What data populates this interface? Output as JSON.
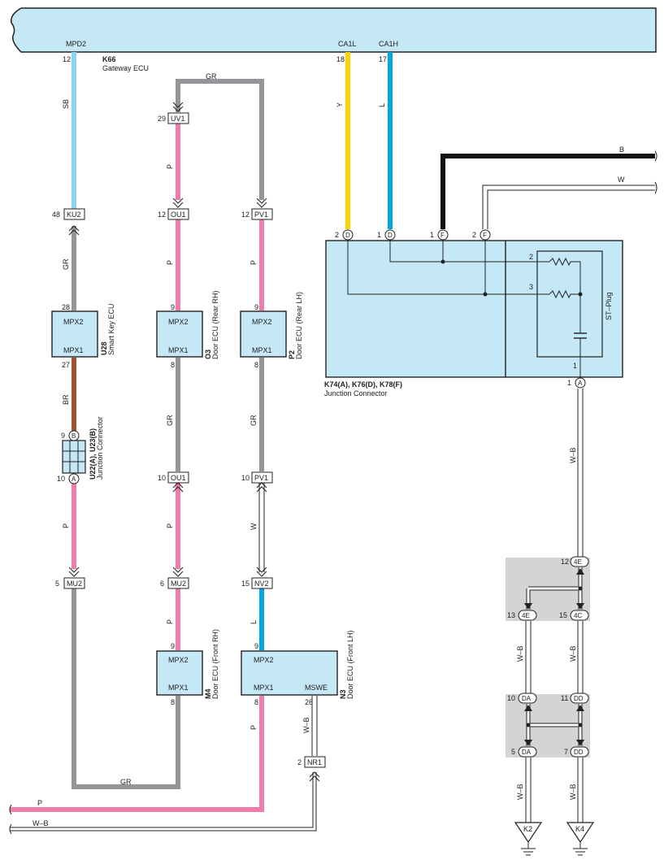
{
  "gateway": {
    "id": "K66",
    "name": "Gateway ECU",
    "pin_mpd2": "MPD2",
    "pin_ca1l": "CA1L",
    "pin_ca1h": "CA1H",
    "pin_num_mpd2": "12",
    "pin_num_ca1l": "18",
    "pin_num_ca1h": "17"
  },
  "wires": {
    "sb": "SB",
    "gr": "GR",
    "br": "BR",
    "p": "P",
    "y": "Y",
    "l": "L",
    "w": "W",
    "b": "B",
    "wb": "W–B"
  },
  "connectors": {
    "ku2": "KU2",
    "uv1": "UV1",
    "ou1": "OU1",
    "pv1": "PV1",
    "mu2": "MU2",
    "nv2": "NV2",
    "nr1": "NR1",
    "n48": "48",
    "n29": "29",
    "n12a": "12",
    "n12b": "12",
    "n28": "28",
    "n27": "27",
    "n9a": "9",
    "n9b": "9",
    "n8a": "8",
    "n8b": "8",
    "n10a": "10",
    "n10b": "10",
    "n10c": "10",
    "n5": "5",
    "n6": "6",
    "n15": "15",
    "n9c": "9",
    "n9d": "9",
    "n8c": "8",
    "n8d": "8",
    "n26": "26",
    "n2": "2"
  },
  "smart_key": {
    "id": "U28",
    "name": "Smart Key ECU",
    "mpx2": "MPX2",
    "mpx1": "MPX1"
  },
  "door_rr": {
    "id": "O3",
    "name": "Door ECU (Rear RH)",
    "mpx2": "MPX2",
    "mpx1": "MPX1"
  },
  "door_rl": {
    "id": "P2",
    "name": "Door ECU (Rear LH)",
    "mpx2": "MPX2",
    "mpx1": "MPX1"
  },
  "door_fr": {
    "id": "M4",
    "name": "Door ECU (Front RH)",
    "mpx2": "MPX2",
    "mpx1": "MPX1"
  },
  "door_fl": {
    "id": "N3",
    "name": "Door ECU (Front LH)",
    "mpx2": "MPX2",
    "mpx1": "MPX1",
    "mswe": "MSWE"
  },
  "jc_u22": {
    "id": "U22(A), U23(B)",
    "name": "Junction Connector",
    "pin_b": "B",
    "pin_a": "A",
    "num_b": "9",
    "num_a": "10"
  },
  "jc_k74": {
    "id": "K74(A), K76(D), K78(F)",
    "name": "Junction Connector",
    "stplug": "ST–Plug",
    "pins": {
      "d2": "2",
      "d1": "1",
      "f1": "1",
      "f2": "2",
      "r2": "2",
      "r3": "3",
      "c1": "1",
      "a1": "1"
    },
    "letters": {
      "d": "D",
      "f": "F",
      "a": "A"
    }
  },
  "jc_right": {
    "top": {
      "n12": "12",
      "c4e": "4E",
      "n13": "13",
      "c4e2": "4E",
      "n15": "15",
      "c4c": "4C"
    },
    "bottom": {
      "n10": "10",
      "cda": "DA",
      "n11": "11",
      "cdd": "DD",
      "n5": "5",
      "cda2": "DA",
      "n7": "7",
      "cdd2": "DD"
    }
  },
  "grounds": {
    "k2": "K2",
    "k4": "K4"
  },
  "colors": {
    "sb": "#8fd3f4",
    "gr": "#939598",
    "br": "#a0522d",
    "p": "#f07cae",
    "y": "#ffd400",
    "l": "#00a6e8",
    "b": "#111111",
    "box": "#c5e8f7"
  }
}
